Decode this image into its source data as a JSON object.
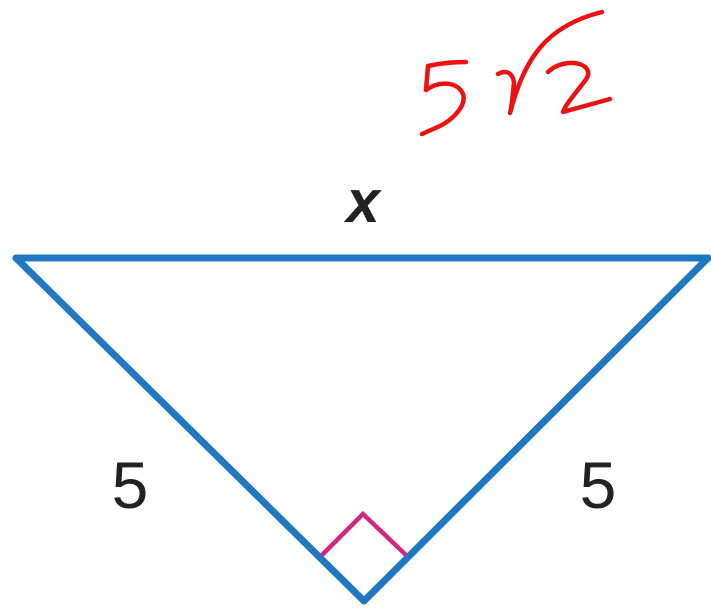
{
  "diagram": {
    "labels": {
      "hypotenuse": "x",
      "left_leg": "5",
      "right_leg": "5"
    },
    "handwritten_answer": "5√2",
    "right_angle_marker": true,
    "colors": {
      "triangle_stroke": "#1f78c1",
      "right_angle_marker": "#d0287f",
      "handwriting": "#ee1111",
      "text": "#222222",
      "background": "#ffffff"
    }
  }
}
